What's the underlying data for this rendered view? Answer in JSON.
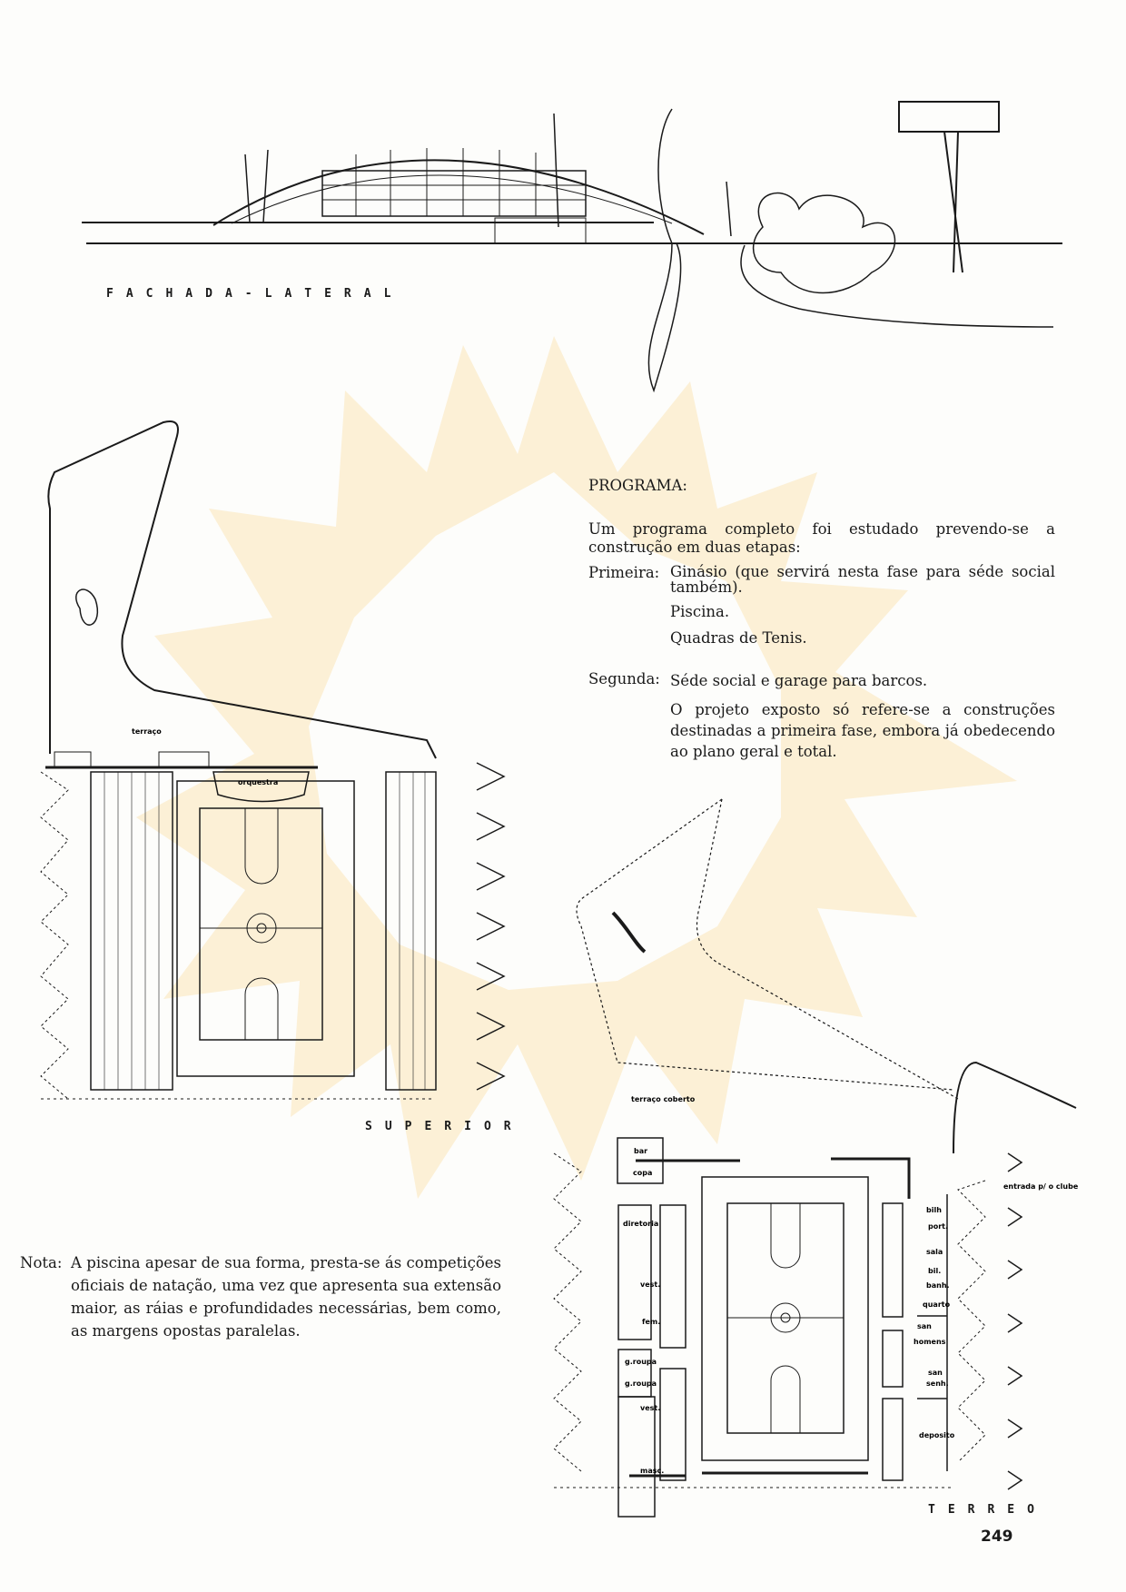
{
  "drawings": {
    "facade_caption": "FACHADA-LATERAL",
    "upper_caption": "SUPERIOR",
    "ground_caption": "TERREO",
    "upper_labels": {
      "terrace": "terraço",
      "orchestra": "orquestra"
    },
    "ground_labels": {
      "covered_terrace": "terraço coberto",
      "bar": "bar",
      "copa": "copa",
      "diretoria": "diretoria",
      "vest_top": "vest.",
      "fem": "fem.",
      "g_roupa_1": "g.roupa",
      "g_roupa_2": "g.roupa",
      "vest_bottom": "vest.",
      "masc": "masc.",
      "bilh": "bilh",
      "port": "port.",
      "sala": "sala",
      "bil": "bil.",
      "banh": "banh.",
      "quarto": "quarto",
      "san_h1": "san",
      "san_h2": "homens",
      "san_s1": "san",
      "san_s2": "senh.",
      "deposito": "deposito",
      "entrada": "entrada p/ o clube"
    }
  },
  "programa": {
    "heading": "PROGRAMA:",
    "intro": "Um programa completo foi estudado prevendo-se a construção em duas etapas:",
    "primeira_label": "Primeira:",
    "primeira_items": [
      "Ginásio (que servirá nesta fase para séde social também).",
      "Piscina.",
      "Quadras de Tenis."
    ],
    "segunda_label": "Segunda:",
    "segunda_items": [
      "Séde social e garage para barcos.",
      "O projeto exposto só refere-se a construções destinadas a primeira fase, embora já obedecendo ao plano geral e total."
    ]
  },
  "nota": {
    "label": "Nota:",
    "text": "A piscina apesar de sua forma, presta-se ás competições oficiais de natação, uma vez que apresenta sua extensão maior, as ráias e profundidades necessárias, bem como, as margens opostas paralelas."
  },
  "page_number": "249",
  "colors": {
    "watermark": "#fbeccd",
    "ink": "#1a1a1a"
  }
}
